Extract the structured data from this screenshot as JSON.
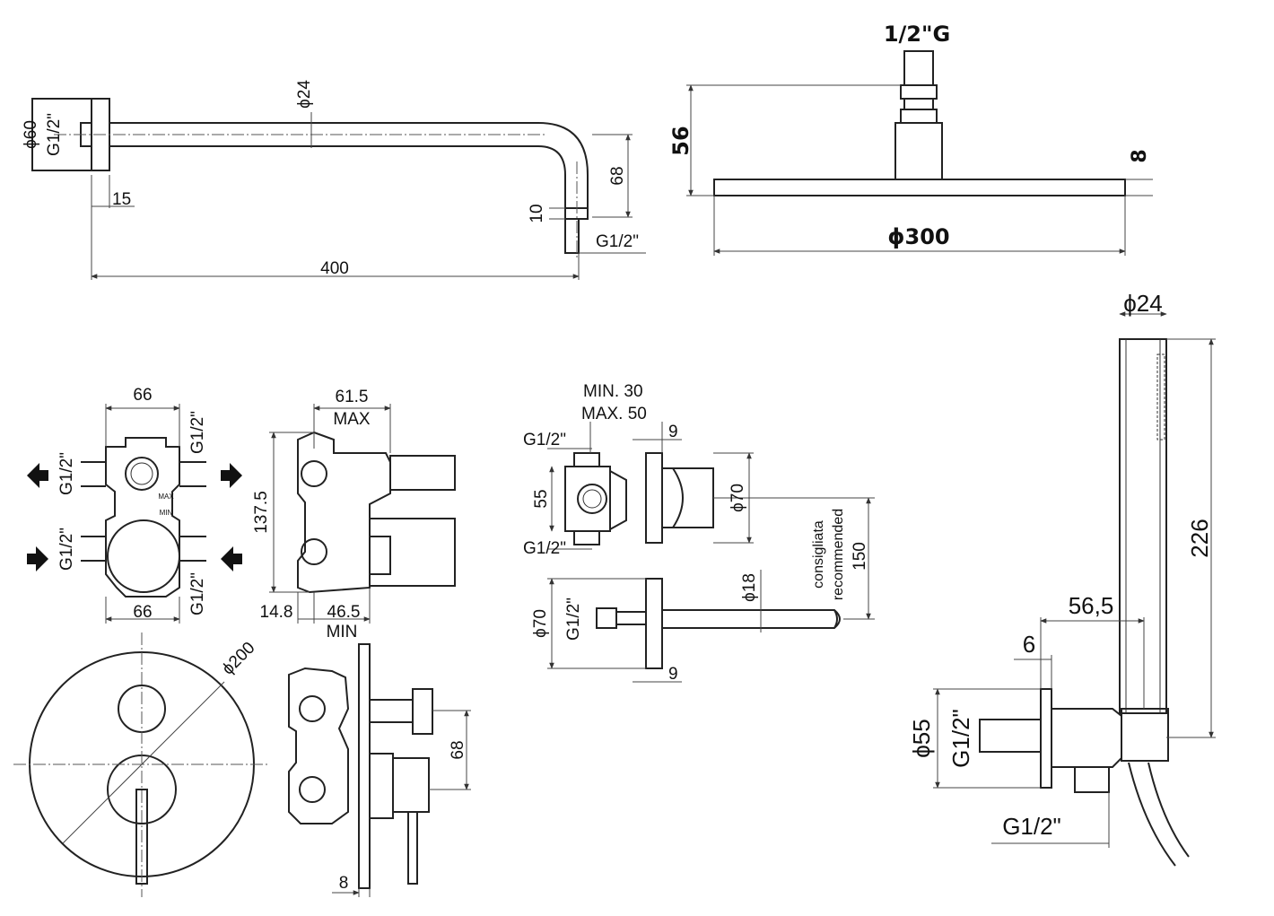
{
  "arm": {
    "diam_flange": "ϕ60",
    "thread_wall": "G1/2\"",
    "diam_arm": "ϕ24",
    "drop": "68",
    "flange_depth": "15",
    "outlet_len": "10",
    "thread_outlet": "G1/2\"",
    "length": "400"
  },
  "shower_head": {
    "thread": "1/2\"G",
    "height": "56",
    "thickness": "8",
    "diam": "ϕ300"
  },
  "valve_front": {
    "width_top": "66",
    "width_bottom": "66",
    "port_top_left": "G1/2\"",
    "port_top_right": "G1/2\"",
    "port_bottom_left": "G1/2\"",
    "port_bottom_right": "G1/2\"",
    "label_max": "MAX",
    "label_min": "MIN"
  },
  "valve_side": {
    "depth_max_value": "61.5",
    "depth_max_label": "MAX",
    "height": "137.5",
    "base_depth": "14.8",
    "min_depth_value": "46.5",
    "min_depth_label": "MIN"
  },
  "spout": {
    "min_depth": "MIN. 30",
    "max_depth": "MAX. 50",
    "thread_top": "G1/2\"",
    "thread_bottom": "G1/2\"",
    "flange_thickness": "9",
    "height": "55",
    "diam_cover": "ϕ70",
    "diam_pipe": "ϕ18",
    "note_it": "consigliata",
    "note_en": "recommended",
    "recommended_len": "150",
    "diam_cover_2": "ϕ70",
    "thread_side": "G1/2\"",
    "flange_thickness_2": "9"
  },
  "plate": {
    "diam": "ϕ200",
    "spacing": "68",
    "plate_thickness": "8"
  },
  "hand_shower": {
    "diam_handle": "ϕ24",
    "length": "226",
    "depth": "56,5",
    "plate_thickness": "6",
    "diam_plate": "ϕ55",
    "thread_wall": "G1/2\"",
    "thread_outlet": "G1/2\""
  }
}
